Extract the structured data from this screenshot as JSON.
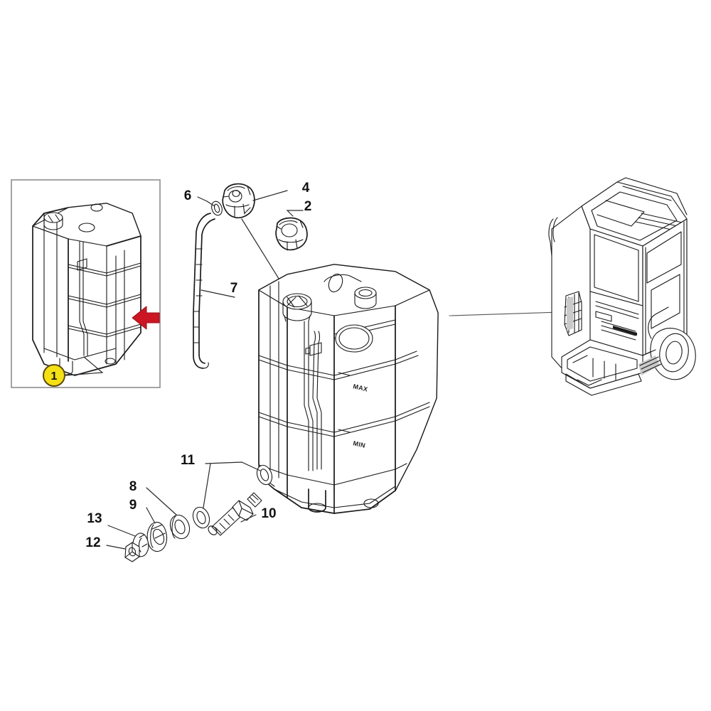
{
  "document": {
    "title": "Coolant Expansion Tank Exploded Parts Diagram",
    "background_color": "#ffffff",
    "line_color": "#1a1a1a"
  },
  "inset_panel": {
    "name": "highlighted-part-inset",
    "border_color": "#8d8d8d",
    "badge": {
      "label": "1",
      "fill_color": "#F5E014",
      "stroke_color": "#5c4a10"
    },
    "arrow": {
      "name": "red-pointer-arrow",
      "color": "#CC1624",
      "direction": "left"
    },
    "subject": "expansion-tank-assembly"
  },
  "callouts": [
    {
      "id": "1",
      "label": "1",
      "part": "expansion tank assembly (highlighted)"
    },
    {
      "id": "2",
      "label": "2",
      "part": "secondary cap"
    },
    {
      "id": "4",
      "label": "4",
      "part": "pressure filler cap"
    },
    {
      "id": "6",
      "label": "6",
      "part": "seal ring / grommet"
    },
    {
      "id": "7",
      "label": "7",
      "part": "overflow hose"
    },
    {
      "id": "8",
      "label": "8",
      "part": "washer"
    },
    {
      "id": "9",
      "label": "9",
      "part": "bush"
    },
    {
      "id": "10",
      "label": "10",
      "part": "level sensor / stud"
    },
    {
      "id": "11",
      "label": "11",
      "part": "sealing rings"
    },
    {
      "id": "12",
      "label": "12",
      "part": "nut"
    },
    {
      "id": "13",
      "label": "13",
      "part": "lock washer"
    }
  ],
  "tank": {
    "name": "coolant-expansion-tank",
    "level_markings": [
      {
        "label": "MAX"
      },
      {
        "label": "MIN"
      }
    ]
  },
  "vehicle": {
    "name": "truck-cab-illustration",
    "description": "Heavy truck cab, front three-quarter view, showing mounting location"
  }
}
